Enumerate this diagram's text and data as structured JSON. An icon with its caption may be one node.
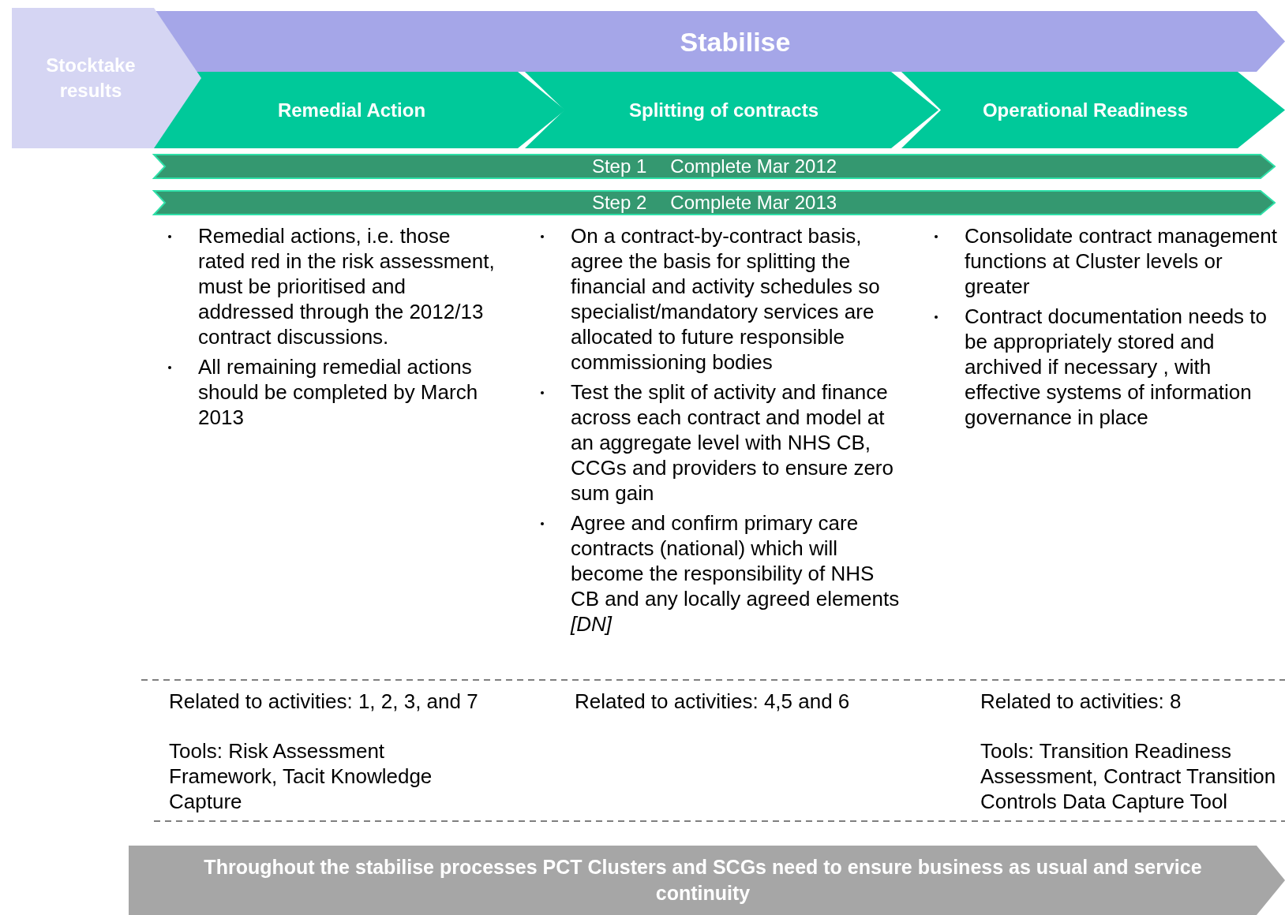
{
  "diagram": {
    "nodes": [
      {
        "text": [
          "Stocktake results"
        ]
      },
      {
        "text": [
          "Stabilise"
        ]
      },
      {
        "text": [
          "Remedial Action"
        ]
      },
      {
        "text": [
          "Splitting of contracts"
        ]
      },
      {
        "text": [
          "Operational Readiness"
        ]
      },
      {
        "text": [
          "Step 1",
          "Complete Mar 2012"
        ]
      },
      {
        "text": [
          "Step 2",
          "Complete Mar 2013"
        ]
      },
      {
        "text": [
          "Throughout the stabilise processes PCT Clusters and SCGs need to ensure business as usual and service continuity"
        ]
      }
    ],
    "labels": [
      "Remedial actions, i.e. those rated red in the risk assessment, must be prioritised  and addressed through the 2012/13 contract discussions.",
      "All remaining remedial actions should be completed by March 2013",
      "On a contract-by-contract basis, agree the basis for splitting the financial and activity schedules so specialist/mandatory services are allocated to future responsible commissioning bodies",
      "Test the split of activity and finance across each contract and model at an aggregate level with NHS CB, CCGs and providers to ensure zero sum gain",
      "Agree and confirm primary care contracts (national) which will become the responsibility of NHS CB and any locally agreed elements *[DN]*",
      "Consolidate contract management functions at Cluster levels or greater",
      "Contract documentation needs to be appropriately stored and archived if necessary , with effective systems of information governance in place",
      "Related to activities: 1, 2, 3, and 7",
      "Related to activities: 4,5 and 6",
      "Related to activities: 8",
      "Tools: Risk Assessment Framework, Tacit Knowledge Capture",
      "Tools: Transition Readiness Assessment, Contract Transition Controls Data Capture Tool"
    ]
  }
}
